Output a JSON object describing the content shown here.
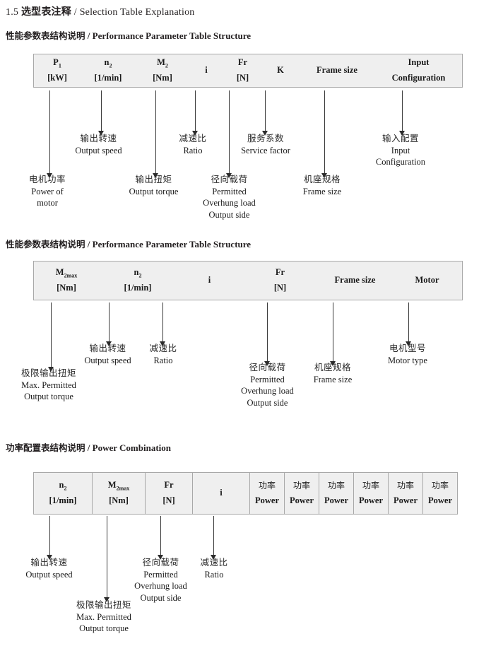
{
  "document": {
    "section_number": "1.5",
    "title_cn": "选型表注释",
    "title_sep": "/",
    "title_en": "Selection Table Explanation"
  },
  "sections": [
    {
      "heading_cn": "性能参数表结构说明",
      "heading_sep": "/",
      "heading_en": "Performance Parameter Table Structure",
      "table": {
        "columns": [
          {
            "sym": "P",
            "sub": "1",
            "unit": "[kW]"
          },
          {
            "sym": "n",
            "sub": "2",
            "unit": "[1/min]"
          },
          {
            "sym": "M",
            "sub": "2",
            "unit": "[Nm]"
          },
          {
            "sym": "i",
            "sub": "",
            "unit": ""
          },
          {
            "sym": "Fr",
            "sub": "",
            "unit": "[N]"
          },
          {
            "sym": "K",
            "sub": "",
            "unit": ""
          },
          {
            "sym": "Frame size",
            "sub": "",
            "unit": ""
          },
          {
            "sym": "Input",
            "sub": "",
            "unit": "Configuration"
          }
        ]
      },
      "callouts": [
        {
          "cn": "电机功率",
          "en": [
            "Power of",
            "motor"
          ]
        },
        {
          "cn": "输出转速",
          "en": [
            "Output speed"
          ]
        },
        {
          "cn": "输出扭矩",
          "en": [
            "Output torque"
          ]
        },
        {
          "cn": "减速比",
          "en": [
            "Ratio"
          ]
        },
        {
          "cn": "径向载荷",
          "en": [
            "Permitted",
            "Overhung load",
            "Output side"
          ]
        },
        {
          "cn": "服务系数",
          "en": [
            "Service factor"
          ]
        },
        {
          "cn": "机座规格",
          "en": [
            "Frame size"
          ]
        },
        {
          "cn": "输入配置",
          "en": [
            "Input",
            "Configuration"
          ]
        }
      ]
    },
    {
      "heading_cn": "性能参数表结构说明",
      "heading_sep": "/",
      "heading_en": "Performance Parameter Table Structure",
      "table": {
        "columns": [
          {
            "sym": "M",
            "sub": "2max",
            "unit": "[Nm]"
          },
          {
            "sym": "n",
            "sub": "2",
            "unit": "[1/min]"
          },
          {
            "sym": "i",
            "sub": "",
            "unit": ""
          },
          {
            "sym": "Fr",
            "sub": "",
            "unit": "[N]"
          },
          {
            "sym": "Frame size",
            "sub": "",
            "unit": ""
          },
          {
            "sym": "Motor",
            "sub": "",
            "unit": ""
          }
        ]
      },
      "callouts": [
        {
          "cn": "极限输出扭矩",
          "en": [
            "Max. Permitted",
            "Output  torque"
          ]
        },
        {
          "cn": "输出转速",
          "en": [
            "Output speed"
          ]
        },
        {
          "cn": "减速比",
          "en": [
            "Ratio"
          ]
        },
        {
          "cn": "径向载荷",
          "en": [
            "Permitted",
            "Overhung load",
            "Output side"
          ]
        },
        {
          "cn": "机座规格",
          "en": [
            "Frame size"
          ]
        },
        {
          "cn": "电机型号",
          "en": [
            "Motor type"
          ]
        }
      ]
    },
    {
      "heading_cn": "功率配置表结构说明",
      "heading_sep": "/",
      "heading_en": "Power Combination",
      "table": {
        "columns": [
          {
            "sym": "n",
            "sub": "2",
            "unit": "[1/min]"
          },
          {
            "sym": "M",
            "sub": "2max",
            "unit": "[Nm]"
          },
          {
            "sym": "Fr",
            "sub": "",
            "unit": "[N]"
          },
          {
            "sym": "i",
            "sub": "",
            "unit": ""
          },
          {
            "cn": "功率",
            "unit": "Power"
          },
          {
            "cn": "功率",
            "unit": "Power"
          },
          {
            "cn": "功率",
            "unit": "Power"
          },
          {
            "cn": "功率",
            "unit": "Power"
          },
          {
            "cn": "功率",
            "unit": "Power"
          },
          {
            "cn": "功率",
            "unit": "Power"
          }
        ]
      },
      "callouts": [
        {
          "cn": "输出转速",
          "en": [
            "Output speed"
          ]
        },
        {
          "cn": "极限输出扭矩",
          "en": [
            "Max. Permitted",
            "Output  torque"
          ]
        },
        {
          "cn": "径向载荷",
          "en": [
            "Permitted",
            "Overhung load",
            "Output side"
          ]
        },
        {
          "cn": "减速比",
          "en": [
            "Ratio"
          ]
        }
      ]
    }
  ],
  "colors": {
    "table_fill": "#efefef",
    "table_border": "#a8a8a8",
    "arrow": "#2b2b2b",
    "text": "#1a1a1a"
  }
}
